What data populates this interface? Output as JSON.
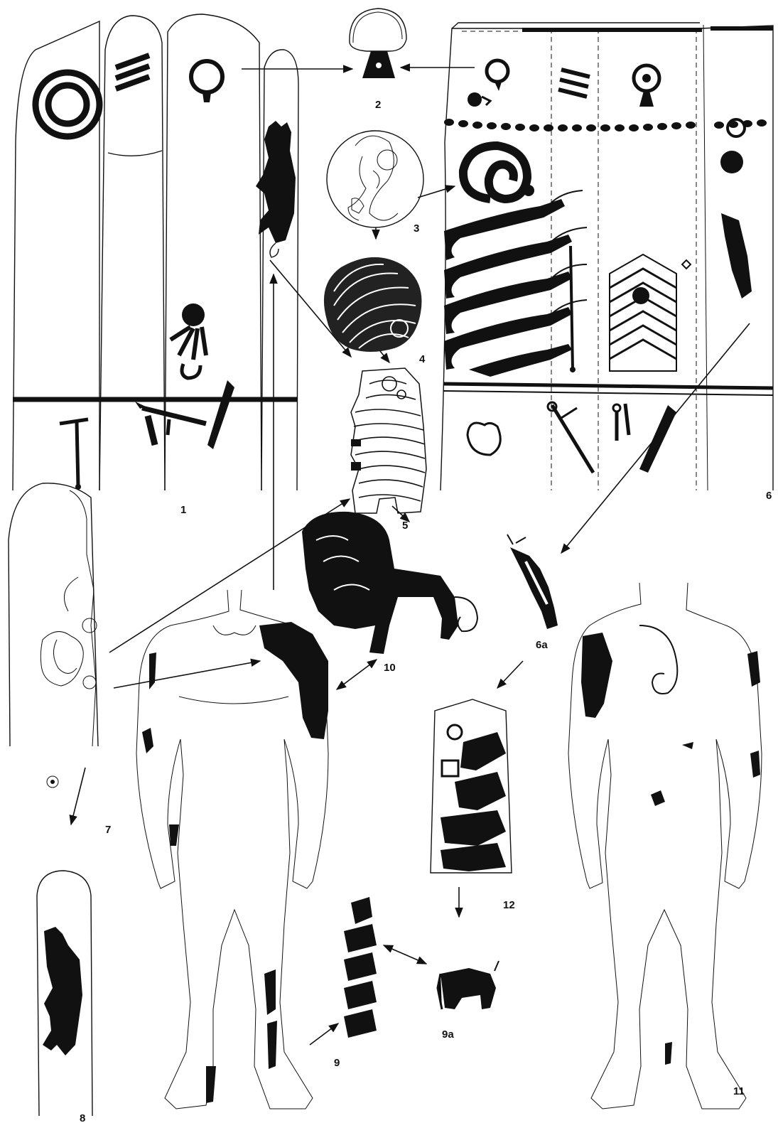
{
  "figure_labels": {
    "fig1": "1",
    "fig2": "2",
    "fig3": "3",
    "fig4": "4",
    "fig5": "5",
    "fig6": "6",
    "fig6a": "6a",
    "fig7": "7",
    "fig8": "8",
    "fig9": "9",
    "fig9a": "9a",
    "fig10": "10",
    "fig11": "11",
    "fig12": "12"
  }
}
